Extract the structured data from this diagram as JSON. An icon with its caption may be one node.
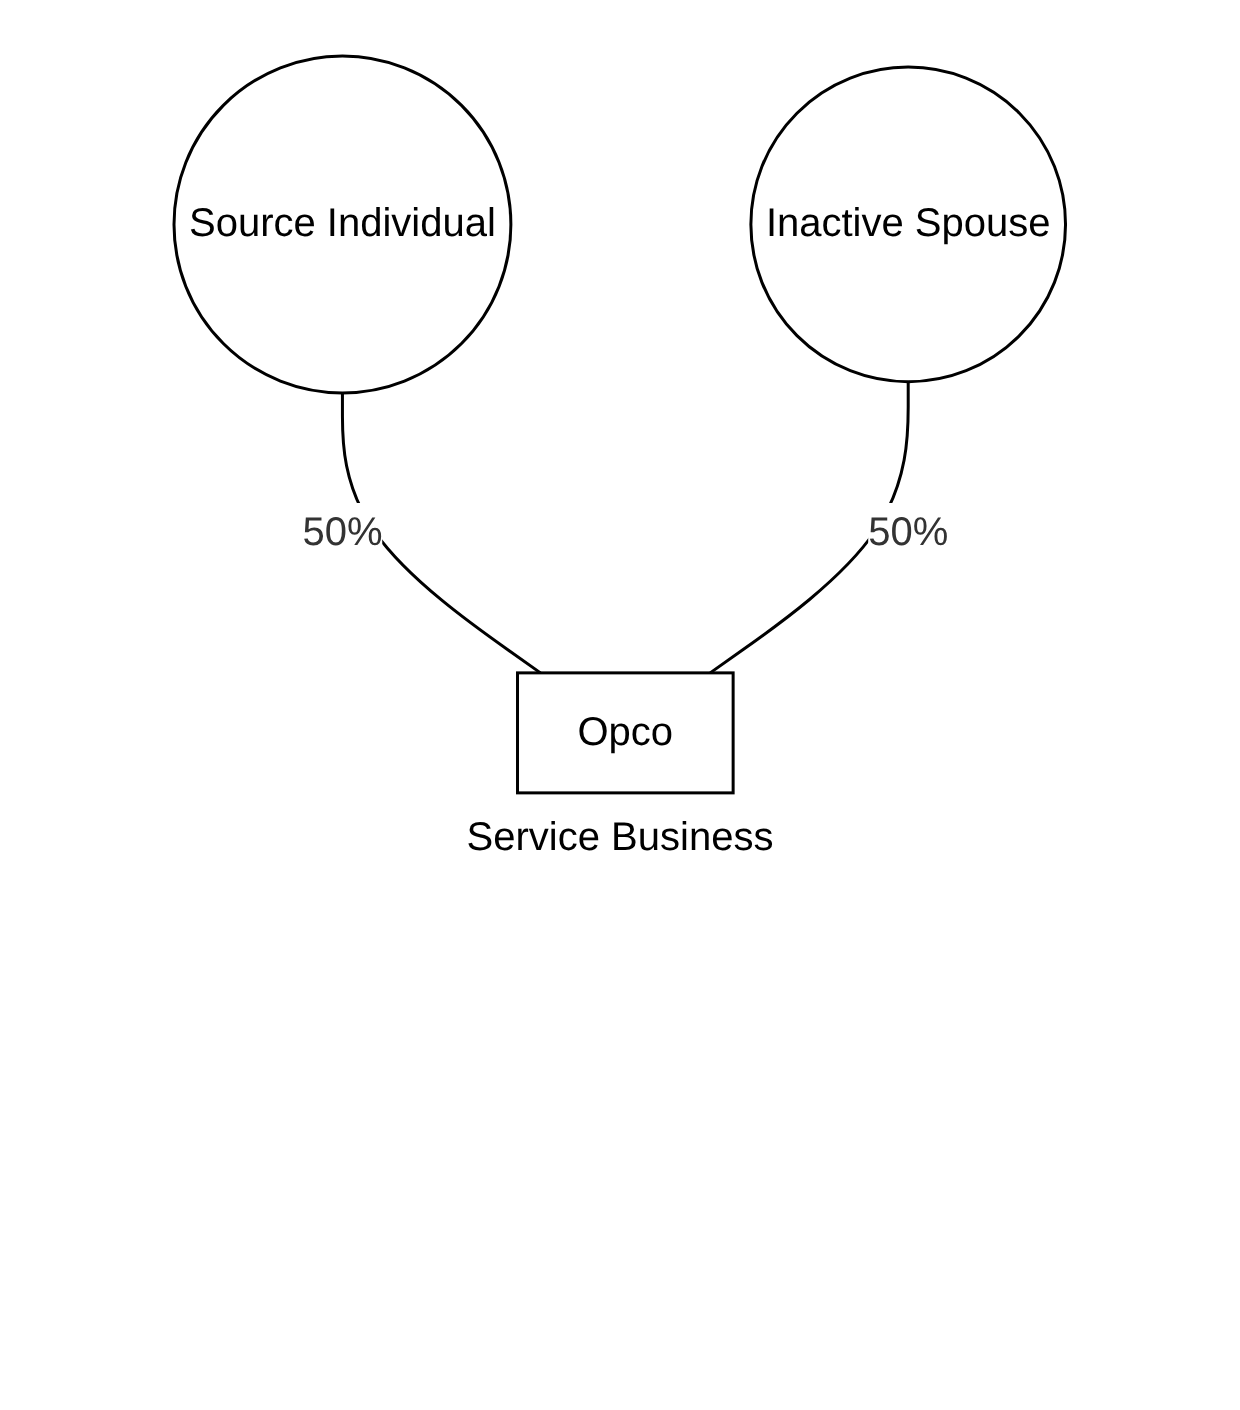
{
  "diagram": {
    "nodes": [
      {
        "text": [
          "Source Individual"
        ]
      },
      {
        "text": [
          "Inactive Spouse"
        ]
      },
      {
        "text": [
          "Opco"
        ],
        "beside": [
          "Service Business"
        ]
      }
    ],
    "edges": [
      {
        "from": 0,
        "to": 2,
        "arrow": "none",
        "label": "50%"
      },
      {
        "from": 1,
        "to": 2,
        "arrow": "none",
        "label": "50%"
      }
    ]
  }
}
